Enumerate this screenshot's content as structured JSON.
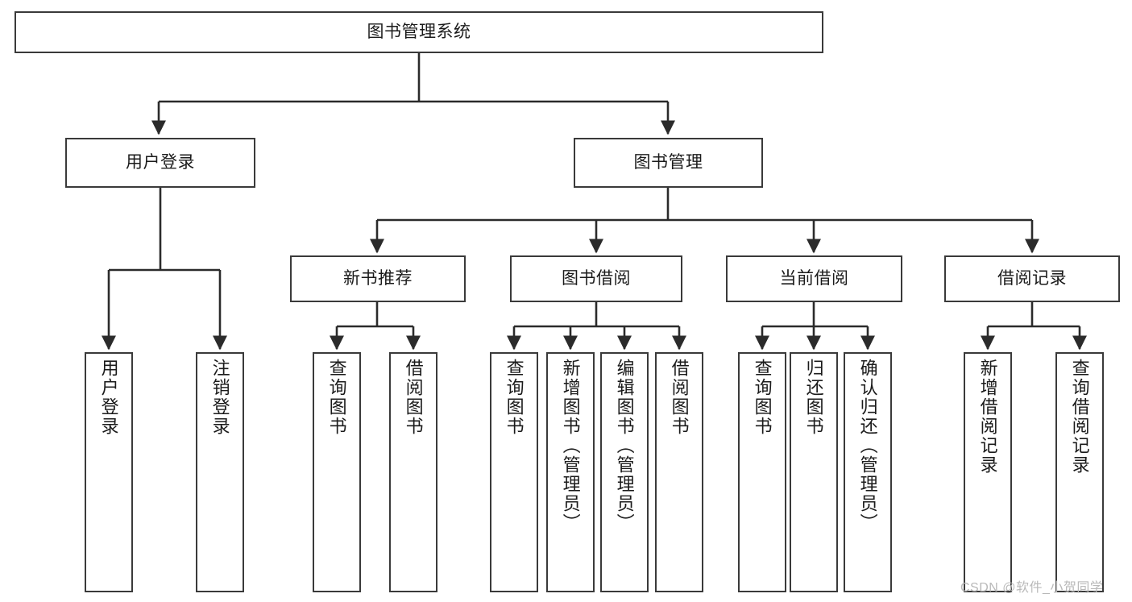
{
  "diagram": {
    "title": "图书管理系统",
    "type": "tree",
    "watermark": "CSDN @软件_小贺同学",
    "style": {
      "background": "#ffffff",
      "box_border": "#3a3a3a",
      "box_fill": "#ffffff",
      "line": "#2b2b2b",
      "text": "#1b1b1b",
      "watermark_color": "#b9b9b9"
    },
    "nodes": {
      "root": {
        "label": "图书管理系统",
        "orientation": "horizontal",
        "level": 0
      },
      "l1": [
        {
          "id": "user_login",
          "label": "用户登录",
          "orientation": "horizontal",
          "level": 1
        },
        {
          "id": "book_manage",
          "label": "图书管理",
          "orientation": "horizontal",
          "level": 1
        }
      ],
      "l2": [
        {
          "id": "new_book_rec",
          "label": "新书推荐",
          "orientation": "horizontal",
          "level": 2,
          "parent": "book_manage"
        },
        {
          "id": "book_borrow",
          "label": "图书借阅",
          "orientation": "horizontal",
          "level": 2,
          "parent": "book_manage"
        },
        {
          "id": "current_borrow",
          "label": "当前借阅",
          "orientation": "horizontal",
          "level": 2,
          "parent": "book_manage"
        },
        {
          "id": "borrow_record",
          "label": "借阅记录",
          "orientation": "horizontal",
          "level": 2,
          "parent": "book_manage"
        }
      ],
      "leaves": [
        {
          "id": "leaf_user_login",
          "label": "用户登录",
          "orientation": "vertical",
          "parent": "user_login"
        },
        {
          "id": "leaf_logout",
          "label": "注销登录",
          "orientation": "vertical",
          "parent": "user_login"
        },
        {
          "id": "leaf_rec_query",
          "label": "查询图书",
          "orientation": "vertical",
          "parent": "new_book_rec"
        },
        {
          "id": "leaf_rec_borrow",
          "label": "借阅图书",
          "orientation": "vertical",
          "parent": "new_book_rec"
        },
        {
          "id": "leaf_borrow_query",
          "label": "查询图书",
          "orientation": "vertical",
          "parent": "book_borrow"
        },
        {
          "id": "leaf_add_book",
          "label": "新增图书（管理员）",
          "orientation": "vertical",
          "parent": "book_borrow"
        },
        {
          "id": "leaf_edit_book",
          "label": "编辑图书（管理员）",
          "orientation": "vertical",
          "parent": "book_borrow"
        },
        {
          "id": "leaf_borrow_book",
          "label": "借阅图书",
          "orientation": "vertical",
          "parent": "book_borrow"
        },
        {
          "id": "leaf_cur_query",
          "label": "查询图书",
          "orientation": "vertical",
          "parent": "current_borrow"
        },
        {
          "id": "leaf_return_book",
          "label": "归还图书",
          "orientation": "vertical",
          "parent": "current_borrow"
        },
        {
          "id": "leaf_confirm_return",
          "label": "确认归还（管理员）",
          "orientation": "vertical",
          "parent": "current_borrow"
        },
        {
          "id": "leaf_add_record",
          "label": "新增借阅记录",
          "orientation": "vertical",
          "parent": "borrow_record"
        },
        {
          "id": "leaf_query_record",
          "label": "查询借阅记录",
          "orientation": "vertical",
          "parent": "borrow_record"
        }
      ]
    }
  }
}
